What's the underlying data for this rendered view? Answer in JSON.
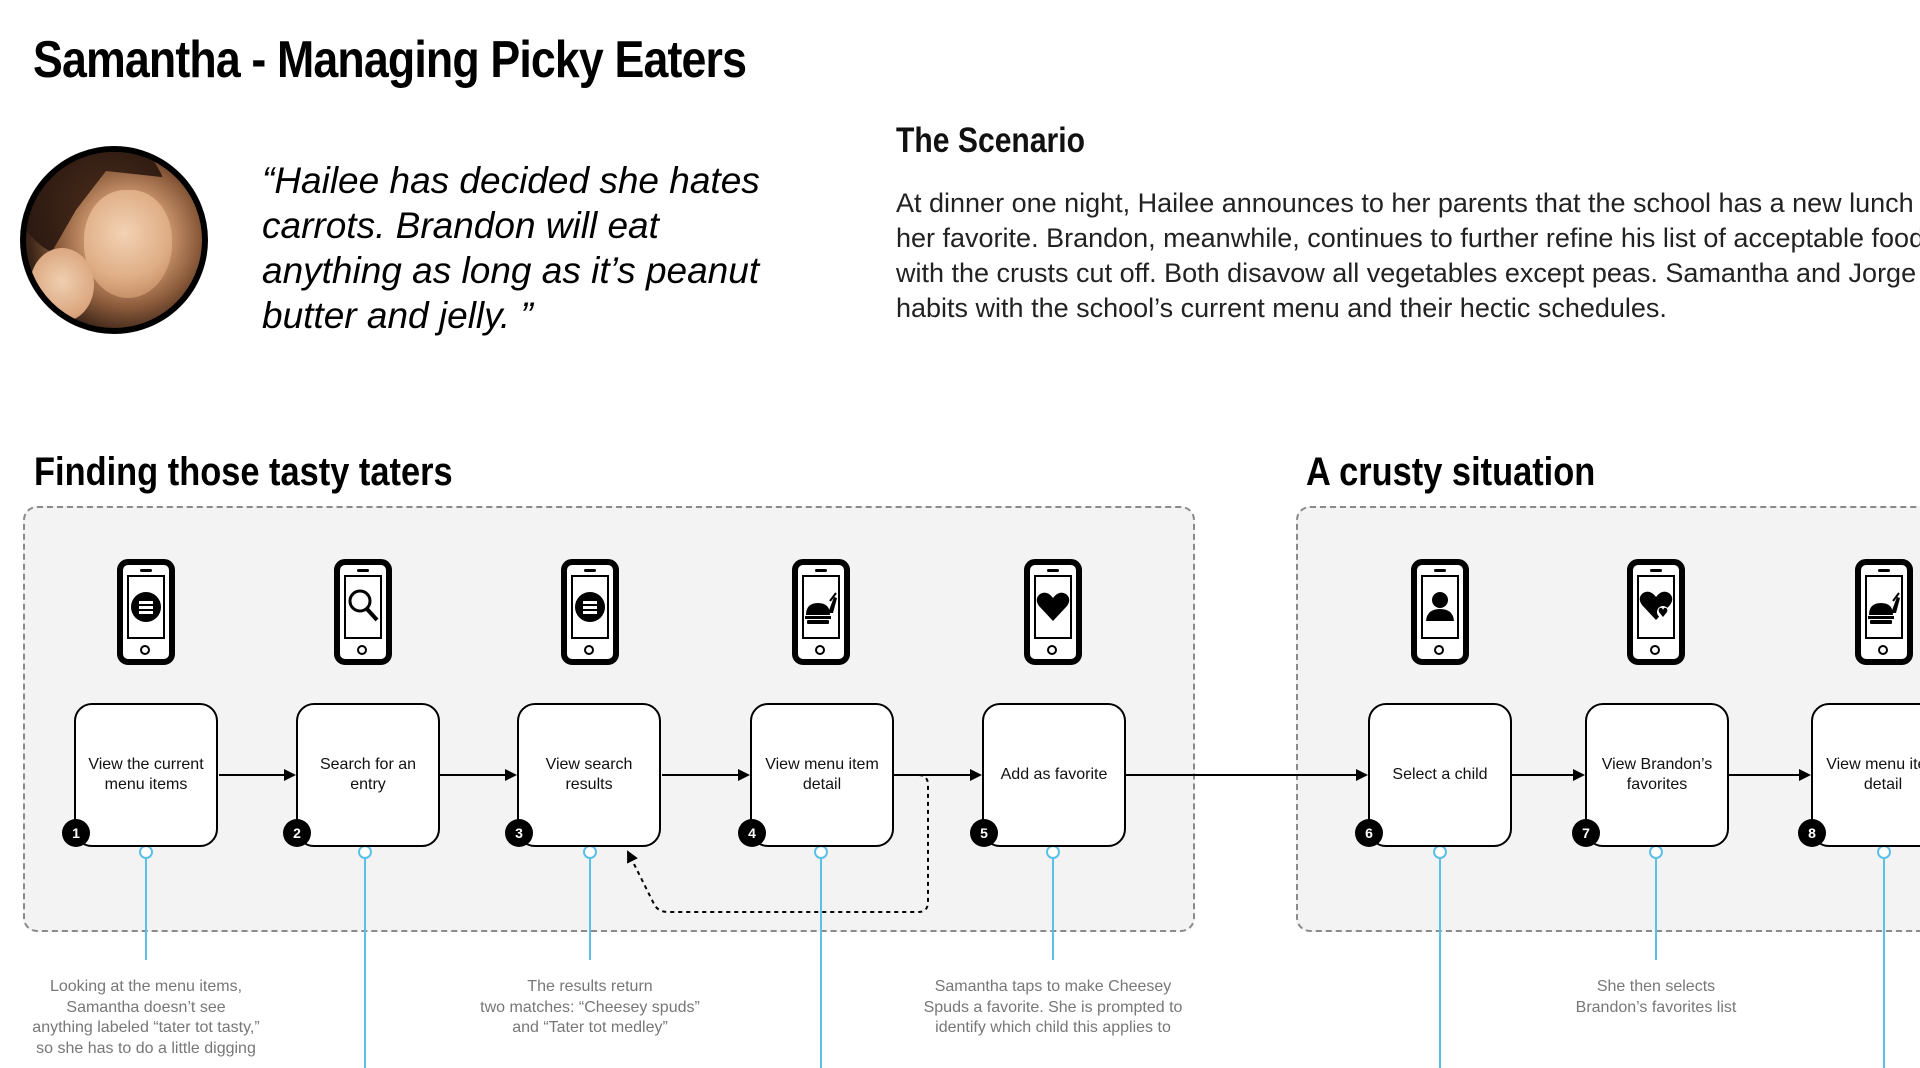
{
  "title": "Samantha - Managing Picky Eaters",
  "quote": "“Hailee has decided she hates carrots. Brandon will eat anything as long as it’s peanut butter and jelly. ”",
  "scenario": {
    "heading": "The Scenario",
    "lines": [
      "At dinner one night, Hailee announces to her parents that the school has a new lunch",
      "her favorite. Brandon, meanwhile, continues to further refine his list of acceptable food",
      "with the crusts cut off. Both disavow all vegetables except peas. Samantha and Jorge",
      "habits with the school’s current menu and their hectic schedules."
    ]
  },
  "sections": [
    {
      "heading": "Finding those tasty taters"
    },
    {
      "heading": "A crusty situation"
    }
  ],
  "steps": [
    {
      "number": "1",
      "label": "View the current menu items",
      "icon": "menu-icon"
    },
    {
      "number": "2",
      "label": "Search for an entry",
      "icon": "search-icon"
    },
    {
      "number": "3",
      "label": "View search results",
      "icon": "menu-icon"
    },
    {
      "number": "4",
      "label": "View menu item detail",
      "icon": "meal-icon"
    },
    {
      "number": "5",
      "label": "Add as favorite",
      "icon": "heart-icon"
    },
    {
      "number": "6",
      "label": "Select a child",
      "icon": "person-icon"
    },
    {
      "number": "7",
      "label": "View Brandon’s favorites",
      "icon": "favorite-heart-icon"
    },
    {
      "number": "8",
      "label": "View menu item detail",
      "icon": "meal-icon"
    }
  ],
  "notes": [
    {
      "step": "1",
      "lines": [
        "Looking at the menu items,",
        "Samantha doesn’t see",
        "anything labeled “tater tot tasty,”",
        "so she has to do a little digging"
      ]
    },
    {
      "step": "3",
      "lines": [
        "The results return",
        "two matches: “Cheesey spuds”",
        "and “Tater tot medley”"
      ]
    },
    {
      "step": "5",
      "lines": [
        "Samantha taps to make Cheesey",
        "Spuds a favorite. She is prompted to",
        "identify which child this applies to"
      ]
    },
    {
      "step": "7",
      "lines": [
        "She then selects",
        "Brandon’s favorites list"
      ]
    }
  ],
  "colors": {
    "connector": "#5bc0e6",
    "panel_fill": "#f3f3f3",
    "panel_border": "#8a8a8a",
    "note_text": "#777777"
  }
}
